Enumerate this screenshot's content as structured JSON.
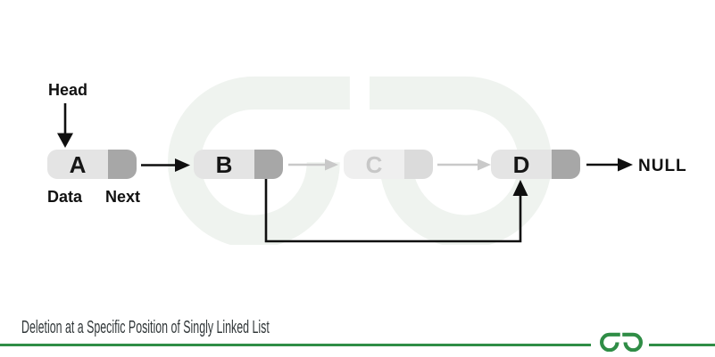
{
  "diagram": {
    "head_label": "Head",
    "data_label": "Data",
    "next_label": "Next",
    "null_label": "NULL",
    "nodes": [
      {
        "label": "A",
        "state": "normal"
      },
      {
        "label": "B",
        "state": "normal"
      },
      {
        "label": "C",
        "state": "faded"
      },
      {
        "label": "D",
        "state": "normal"
      }
    ],
    "arrows": [
      {
        "name": "head-to-a",
        "style": "solid-black"
      },
      {
        "name": "a-to-b",
        "style": "solid-black"
      },
      {
        "name": "b-to-c",
        "style": "faded-gray"
      },
      {
        "name": "c-to-d",
        "style": "faded-gray"
      },
      {
        "name": "d-to-null",
        "style": "solid-black"
      },
      {
        "name": "b-bypass-to-d",
        "style": "solid-black"
      }
    ],
    "colors": {
      "node_data_bg": "#e4e4e4",
      "node_next_bg": "#a7a7a7",
      "faded_node_data_bg": "#efefef",
      "faded_node_next_bg": "#dbdbdb",
      "faded_text": "#c7c7c7",
      "faded_arrow": "#c9c9c9",
      "arrow_black": "#0f0f0f",
      "watermark": "#eff3ef"
    }
  },
  "footer": {
    "caption": "Deletion at a Specific Position of Singly Linked List",
    "logo_icon": "geeksforgeeks-logo",
    "accent_green": "#2f8d46",
    "text_color": "#32383a"
  }
}
